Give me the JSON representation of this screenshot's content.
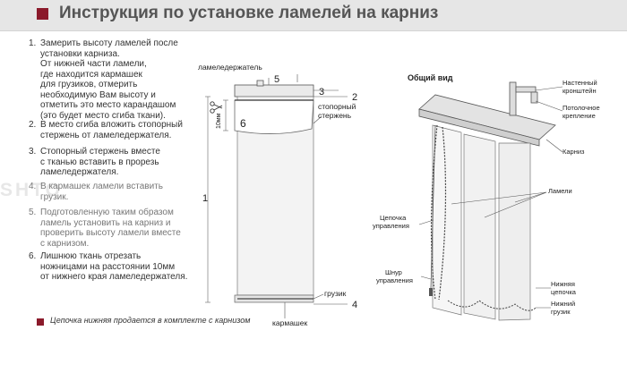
{
  "header": {
    "title": "Инструкция по установке ламелей на карниз"
  },
  "steps": [
    {
      "num": "1.",
      "text": "Замерить высоту ламелей после\nустановки карниза.\nОт нижней части ламели,\nгде находится кармашек\nдля грузиков, отмерить\nнеобходимую Вам высоту и\nотметить это место карандашом\n(это будет место сгиба ткани)."
    },
    {
      "num": "2.",
      "text": "В место сгиба вложить стопорный\nстержень от ламеледержателя."
    },
    {
      "num": "3.",
      "text": "Стопорный стержень вместе\nс тканью вставить в прорезь\nламеледержателя."
    },
    {
      "num": "4.",
      "text": "В кармашек ламели вставить\nгрузик."
    },
    {
      "num": "5.",
      "text": "Подготовленную таким образом\nламель установить на карниз и\nпроверить высоту ламели вместе\nс карнизом."
    },
    {
      "num": "6.",
      "text": "Лишнюю ткань отрезать\nножницами на расстоянии 10мм\nот нижнего края ламеледержателя."
    }
  ],
  "watermark": "SHTO",
  "footnote": "Цепочка нижняя продается в комплекте с карнизом",
  "diagram": {
    "lamel_holder": "ламеледержатель",
    "stop_rod_1": "стопорный",
    "stop_rod_2": "стержень",
    "weight": "грузик",
    "pocket": "кармашек",
    "dim_10mm": "10мм",
    "callouts": {
      "n1": "1",
      "n2": "2",
      "n3": "3",
      "n4": "4",
      "n5": "5",
      "n6": "6"
    }
  },
  "overview": {
    "title": "Общий вид",
    "wall_bracket_1": "Настенный",
    "wall_bracket_2": "кронштейн",
    "ceiling_mount_1": "Потолочное",
    "ceiling_mount_2": "крепление",
    "cornice": "Карниз",
    "lamels": "Ламели",
    "control_chain_1": "Цепочка",
    "control_chain_2": "управления",
    "control_cord_1": "Шнур",
    "control_cord_2": "управления",
    "bottom_chain_1": "Нижняя",
    "bottom_chain_2": "цепочка",
    "bottom_weight_1": "Нижний",
    "bottom_weight_2": "грузик"
  },
  "colors": {
    "accent": "#8b1a2b",
    "header_bg": "#e6e6e6"
  }
}
